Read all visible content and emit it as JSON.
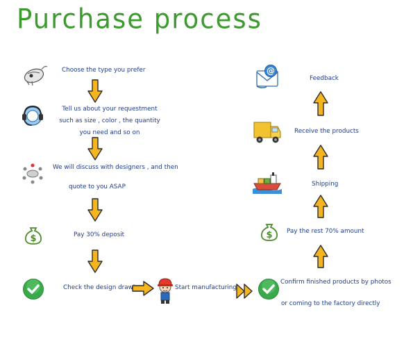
{
  "title": "Purchase process",
  "steps": {
    "choose": "Choose  the type you prefer",
    "tell_1": "Tell  us about your requestment",
    "tell_2": "such as size , color , the quantity",
    "tell_3": "you need and so on",
    "discuss_1": "We will discuss with designers , and then",
    "discuss_2": "quote to you ASAP",
    "deposit": "Pay 30% deposit",
    "check": "Check the design drawing",
    "manufacturing": "Start manufacturing",
    "confirm_1": "Confirm finished products by photos",
    "confirm_2": "or coming to the factory directly",
    "rest": "Pay the rest 70% amount",
    "shipping": "Shipping",
    "receive": "Receive the products",
    "feedback": "Feedback"
  },
  "icons": {
    "mouse": "computer-mouse-icon",
    "headset": "customer-service-headset-icon",
    "team": "team-meeting-icon",
    "money": "money-bag-icon",
    "check": "green-checkmark-icon",
    "worker": "worker-helmet-icon",
    "email": "email-icon",
    "truck": "delivery-truck-icon",
    "ship": "cargo-ship-icon"
  },
  "colors": {
    "title": "#3c9a2e",
    "text": "#1f3b8c",
    "arrow_fill": "#f5b51f",
    "arrow_stroke": "#2a2a2a",
    "check_green": "#3aa94a",
    "money_green": "#4c8c2b"
  }
}
